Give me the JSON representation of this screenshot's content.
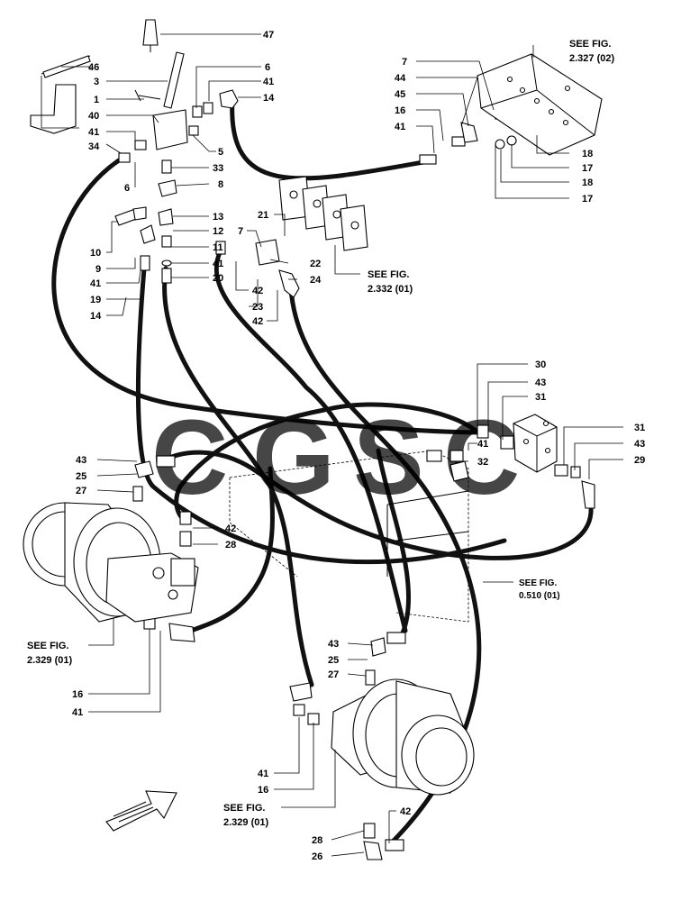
{
  "callouts": {
    "c47": "47",
    "c46": "46",
    "c3": "3",
    "c1": "1",
    "c40": "40",
    "c41a": "41",
    "c34": "34",
    "c6a": "6",
    "c6b": "6",
    "c41b": "41",
    "c14a": "14",
    "c5": "5",
    "c33": "33",
    "c8": "8",
    "c13": "13",
    "c12": "12",
    "c11": "11",
    "c41c": "41",
    "c20": "20",
    "c10": "10",
    "c9": "9",
    "c41d": "41",
    "c19": "19",
    "c14b": "14",
    "c7a": "7",
    "c44": "44",
    "c45": "45",
    "c16a": "16",
    "c41e": "41",
    "c18a": "18",
    "c17a": "17",
    "c18b": "18",
    "c17b": "17",
    "c21": "21",
    "c7b": "7",
    "c22": "22",
    "c24": "24",
    "c42a": "42",
    "c23": "23",
    "c42b": "42",
    "c30": "30",
    "c43a": "43",
    "c31a": "31",
    "c41f": "41",
    "c32": "32",
    "c31b": "31",
    "c43b": "43",
    "c29": "29",
    "c43c": "43",
    "c25a": "25",
    "c27a": "27",
    "c42c": "42",
    "c28a": "28",
    "c16b": "16",
    "c41g": "41",
    "c43d": "43",
    "c25b": "25",
    "c27b": "27",
    "c41h": "41",
    "c16c": "16",
    "c42d": "42",
    "c28b": "28",
    "c26": "26"
  },
  "references": {
    "fig_2327": [
      "SEE FIG.",
      "2.327 (02)"
    ],
    "fig_2332": [
      "SEE FIG.",
      "2.332 (01)"
    ],
    "fig_0510": [
      "SEE FIG.",
      "0.510 (01)"
    ],
    "fig_2329_left": [
      "SEE FIG.",
      "2.329 (01)"
    ],
    "fig_2329_bottom": [
      "SEE FIG.",
      "2.329 (01)"
    ]
  },
  "watermark": {
    "letters": [
      "C",
      "G",
      "S",
      "C"
    ],
    "colors": [
      "#3a7ee8",
      "#e8605a",
      "#f0c020",
      "#3aaa6a"
    ]
  },
  "icons": [
    "direction-arrow-icon"
  ]
}
